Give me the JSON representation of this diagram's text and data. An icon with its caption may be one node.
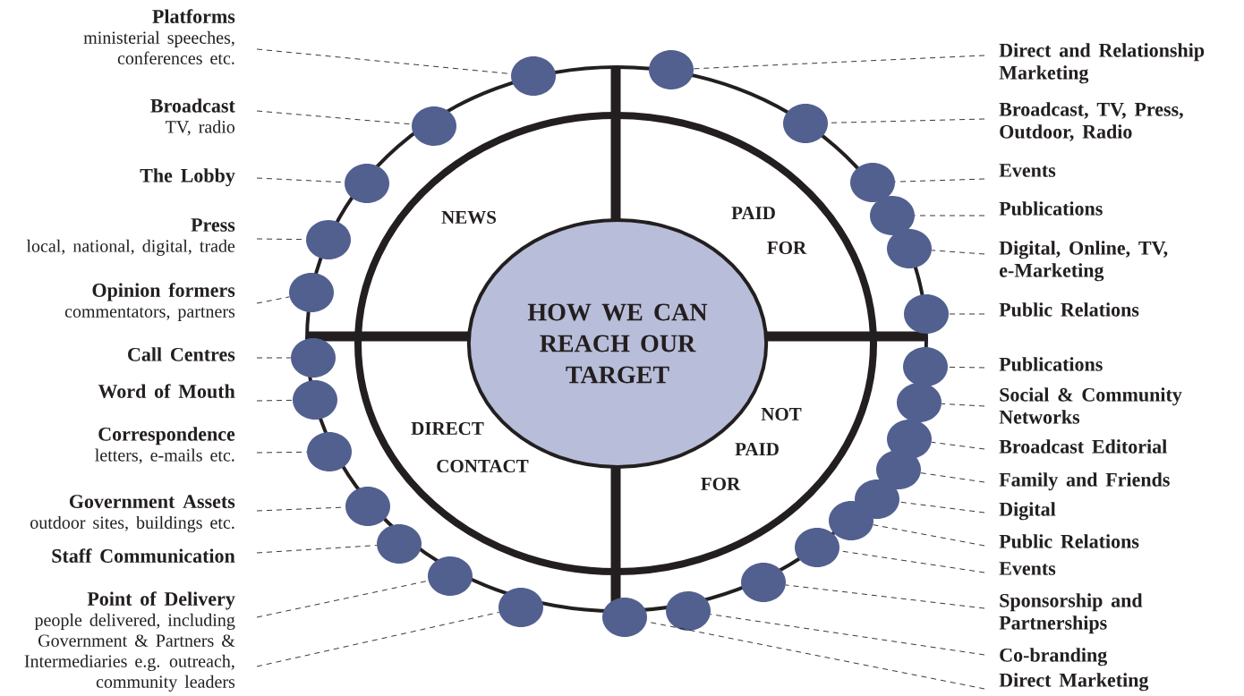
{
  "diagram": {
    "nodes": [
      {
        "text": [
          "HOW WE CAN REACH OUR TARGET"
        ]
      },
      {
        "text": [
          "Platforms",
          "ministerial speeches, conferences etc."
        ]
      },
      {
        "text": [],
        "shape": "circle"
      },
      {
        "text": [
          "Broadcast",
          "TV, radio"
        ]
      },
      {
        "text": [],
        "shape": "circle"
      },
      {
        "text": [
          "The Lobby"
        ]
      },
      {
        "text": [],
        "shape": "circle"
      },
      {
        "text": [
          "Press",
          "local, national, digital, trade"
        ]
      },
      {
        "text": [],
        "shape": "circle"
      },
      {
        "text": [
          "Opinion formers",
          "commentators, partners"
        ]
      },
      {
        "text": [],
        "shape": "circle"
      },
      {
        "text": [
          "Call Centres"
        ]
      },
      {
        "text": [],
        "shape": "circle"
      },
      {
        "text": [
          "Word of Mouth"
        ]
      },
      {
        "text": [],
        "shape": "circle"
      },
      {
        "text": [
          "Correspondence",
          "letters, e-mails etc."
        ]
      },
      {
        "text": [],
        "shape": "circle"
      },
      {
        "text": [
          "Government Assets",
          "outdoor sites, buildings etc."
        ]
      },
      {
        "text": [],
        "shape": "circle"
      },
      {
        "text": [
          "Staff Communication"
        ]
      },
      {
        "text": [],
        "shape": "circle"
      },
      {
        "text": [
          "Point of Delivery",
          "people delivered, including Government & Partners & Intermediaries e.g. outreach, community leaders"
        ]
      },
      {
        "text": [],
        "shape": "circle"
      },
      {
        "text": [],
        "shape": "circle"
      },
      {
        "text": [
          "Direct and Relationship Marketing"
        ]
      },
      {
        "text": [],
        "shape": "circle"
      },
      {
        "text": [
          "Broadcast, TV, Press, Outdoor, Radio"
        ]
      },
      {
        "text": [],
        "shape": "circle"
      },
      {
        "text": [
          "Events"
        ]
      },
      {
        "text": [],
        "shape": "circle"
      },
      {
        "text": [
          "Publications"
        ]
      },
      {
        "text": [],
        "shape": "circle"
      },
      {
        "text": [
          "Digital, Online, TV, e-Marketing"
        ]
      },
      {
        "text": [],
        "shape": "circle"
      },
      {
        "text": [
          "Public Relations"
        ]
      },
      {
        "text": [],
        "shape": "circle"
      },
      {
        "text": [
          "Publications"
        ]
      },
      {
        "text": [],
        "shape": "circle"
      },
      {
        "text": [
          "Social & Community Networks"
        ]
      },
      {
        "text": [],
        "shape": "circle"
      },
      {
        "text": [
          "Broadcast Editorial"
        ]
      },
      {
        "text": [],
        "shape": "circle"
      },
      {
        "text": [
          "Family and Friends"
        ]
      },
      {
        "text": [],
        "shape": "circle"
      },
      {
        "text": [
          "Digital"
        ]
      },
      {
        "text": [],
        "shape": "circle"
      },
      {
        "text": [
          "Public Relations"
        ]
      },
      {
        "text": [],
        "shape": "circle"
      },
      {
        "text": [
          "Events"
        ]
      },
      {
        "text": [],
        "shape": "circle"
      },
      {
        "text": [
          "Sponsorship and Partnerships"
        ]
      },
      {
        "text": [],
        "shape": "circle"
      },
      {
        "text": [
          "Co-branding"
        ]
      },
      {
        "text": [],
        "shape": "circle"
      },
      {
        "text": [
          "Direct Marketing"
        ]
      },
      {
        "text": [],
        "shape": "circle"
      }
    ],
    "edges": [
      {
        "from": 1,
        "to": 2,
        "arrow": "none"
      },
      {
        "from": 3,
        "to": 4,
        "arrow": "none"
      },
      {
        "from": 5,
        "to": 6,
        "arrow": "none"
      },
      {
        "from": 7,
        "to": 8,
        "arrow": "none"
      },
      {
        "from": 9,
        "to": 10,
        "arrow": "none"
      },
      {
        "from": 11,
        "to": 12,
        "arrow": "none"
      },
      {
        "from": 13,
        "to": 14,
        "arrow": "none"
      },
      {
        "from": 15,
        "to": 16,
        "arrow": "none"
      },
      {
        "from": 17,
        "to": 18,
        "arrow": "none"
      },
      {
        "from": 19,
        "to": 20,
        "arrow": "none"
      },
      {
        "from": 21,
        "to": 22,
        "arrow": "none"
      },
      {
        "from": 21,
        "to": 23,
        "arrow": "none"
      },
      {
        "from": 24,
        "to": 25,
        "arrow": "none"
      },
      {
        "from": 26,
        "to": 27,
        "arrow": "none"
      },
      {
        "from": 28,
        "to": 29,
        "arrow": "none"
      },
      {
        "from": 30,
        "to": 31,
        "arrow": "none"
      },
      {
        "from": 32,
        "to": 33,
        "arrow": "none"
      },
      {
        "from": 34,
        "to": 35,
        "arrow": "none"
      },
      {
        "from": 36,
        "to": 37,
        "arrow": "none"
      },
      {
        "from": 38,
        "to": 39,
        "arrow": "none"
      },
      {
        "from": 40,
        "to": 41,
        "arrow": "none"
      },
      {
        "from": 42,
        "to": 43,
        "arrow": "none"
      },
      {
        "from": 44,
        "to": 45,
        "arrow": "none"
      },
      {
        "from": 46,
        "to": 47,
        "arrow": "none"
      },
      {
        "from": 48,
        "to": 49,
        "arrow": "none"
      },
      {
        "from": 50,
        "to": 51,
        "arrow": "none"
      },
      {
        "from": 52,
        "to": 53,
        "arrow": "none"
      },
      {
        "from": 54,
        "to": 55,
        "arrow": "none"
      }
    ],
    "labels": [
      "NEWS",
      "PAID",
      "FOR",
      "DIRECT",
      "CONTACT",
      "NOT",
      "PAID",
      "FOR"
    ]
  }
}
